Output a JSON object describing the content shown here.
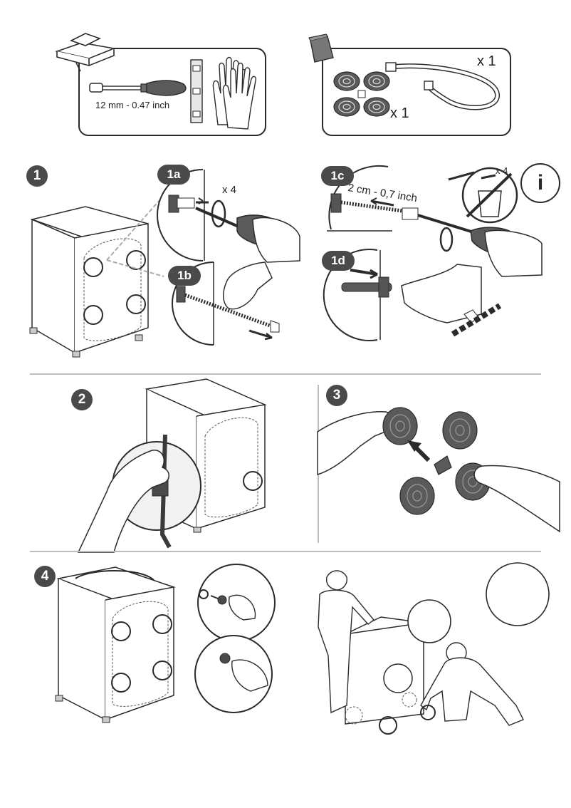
{
  "tools": {
    "wrench_size": "12 mm - 0.47 inch"
  },
  "kit": {
    "hose_quantity": "x 1",
    "pads_quantity": "x 1"
  },
  "steps": {
    "step1": "1",
    "step1a": "1a",
    "step1a_repeat": "x 4",
    "step1b": "1b",
    "step1c": "1c",
    "step1c_measure": "2 cm - 0,7 inch",
    "step1c_repeat": "x 4",
    "step1d": "1d",
    "step2": "2",
    "step3": "3",
    "step4": "4"
  },
  "info_symbol": "i",
  "colors": {
    "badge": "#4a4a4a",
    "line": "#2b2b2b",
    "divider": "#bdbdbd",
    "hand": "#ffffff",
    "tool_dark": "#5a5a5a"
  }
}
